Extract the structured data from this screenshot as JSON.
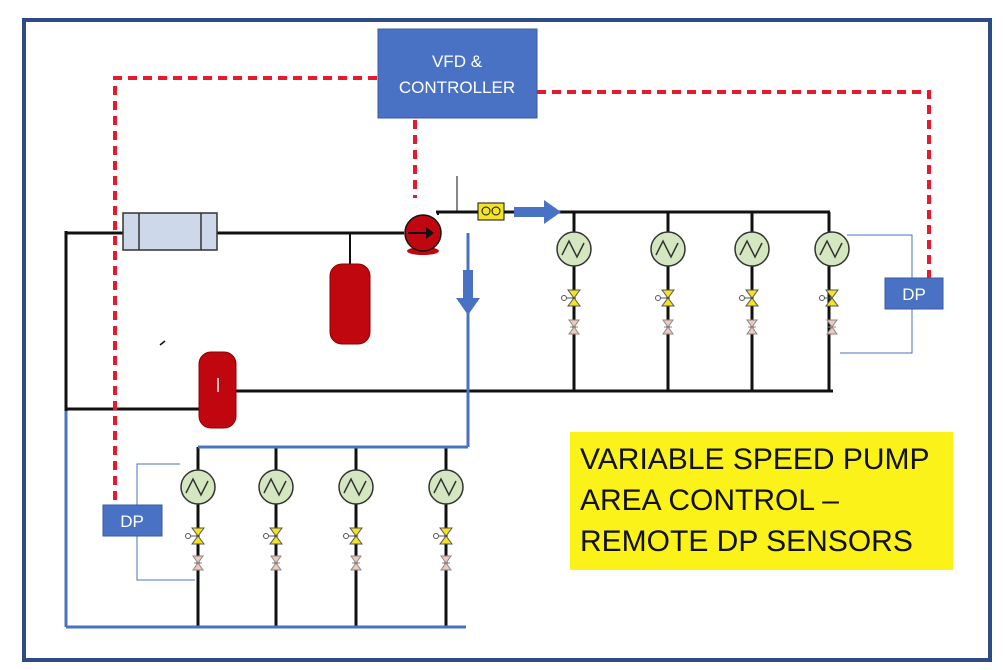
{
  "controller": {
    "line1": "VFD &",
    "line2": "CONTROLLER"
  },
  "dp_sensor_right": {
    "label": "DP"
  },
  "dp_sensor_left": {
    "label": "DP"
  },
  "title": {
    "line1": "VARIABLE SPEED PUMP",
    "line2": "AREA CONTROL –",
    "line3": "REMOTE DP SENSORS"
  },
  "colors": {
    "frame": "#2f4b86",
    "controller_fill": "#4a72c4",
    "control_signal": "#e8192c",
    "return_pipe": "#4a72c4",
    "pump": "#c0070f",
    "tank": "#c0070f",
    "coil_fill": "#d4e7c0",
    "title_background": "#fbf21a"
  },
  "icons": [
    "pump-icon",
    "flow-meter-icon",
    "coil-icon",
    "control-valve-icon",
    "balancing-valve-icon",
    "heat-exchanger-icon",
    "expansion-tank-icon"
  ]
}
